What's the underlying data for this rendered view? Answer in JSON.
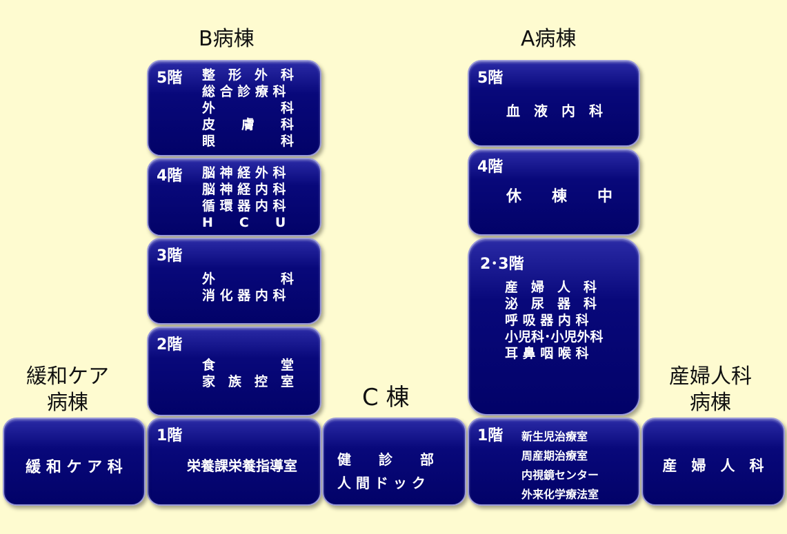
{
  "buildings": {
    "b": "B病棟",
    "a": "A病棟",
    "c": "C 棟",
    "palliative": [
      "緩和ケア",
      "病棟"
    ],
    "maternity": [
      "産婦人科",
      "病棟"
    ]
  },
  "b_building": {
    "f5": {
      "floor": "5階",
      "depts": [
        "整　形　外　科",
        "総 合 診 療 科",
        "外　　　　　科",
        "皮　　膚　　科",
        "眼　　　　　科"
      ]
    },
    "f4": {
      "floor": "4階",
      "depts": [
        "脳 神 経 外 科",
        "脳 神 経 内 科",
        "循 環 器 内 科",
        "H　　C　　U"
      ]
    },
    "f3": {
      "floor": "3階",
      "depts": [
        "外　　　　　科",
        "消 化 器 内 科"
      ]
    },
    "f2": {
      "floor": "2階",
      "depts": [
        "食　　　　　堂",
        "家　族　控　室"
      ]
    },
    "f1": {
      "floor": "1階",
      "dept": "栄養課栄養指導室"
    }
  },
  "a_building": {
    "f5": {
      "floor": "5階",
      "dept": "血　液　内　科"
    },
    "f4": {
      "floor": "4階",
      "dept": "休　　棟　　中"
    },
    "f23": {
      "floor": "2･3階",
      "depts": [
        "産　婦　人　科",
        "泌　尿　器　科",
        "呼 吸 器 内 科",
        "小児科･小児外科",
        "耳 鼻 咽 喉 科"
      ]
    },
    "f1": {
      "floor": "1階",
      "depts": [
        "新生児治療室",
        "周産期治療室",
        "内視鏡センター",
        "外来化学療法室"
      ]
    }
  },
  "c_building": {
    "depts": [
      "健　　診　　部",
      "人 間 ド ッ ク"
    ]
  },
  "palliative_ward": {
    "dept": "緩 和 ケ ア 科"
  },
  "maternity_ward": {
    "dept": "産　婦　人　科"
  }
}
